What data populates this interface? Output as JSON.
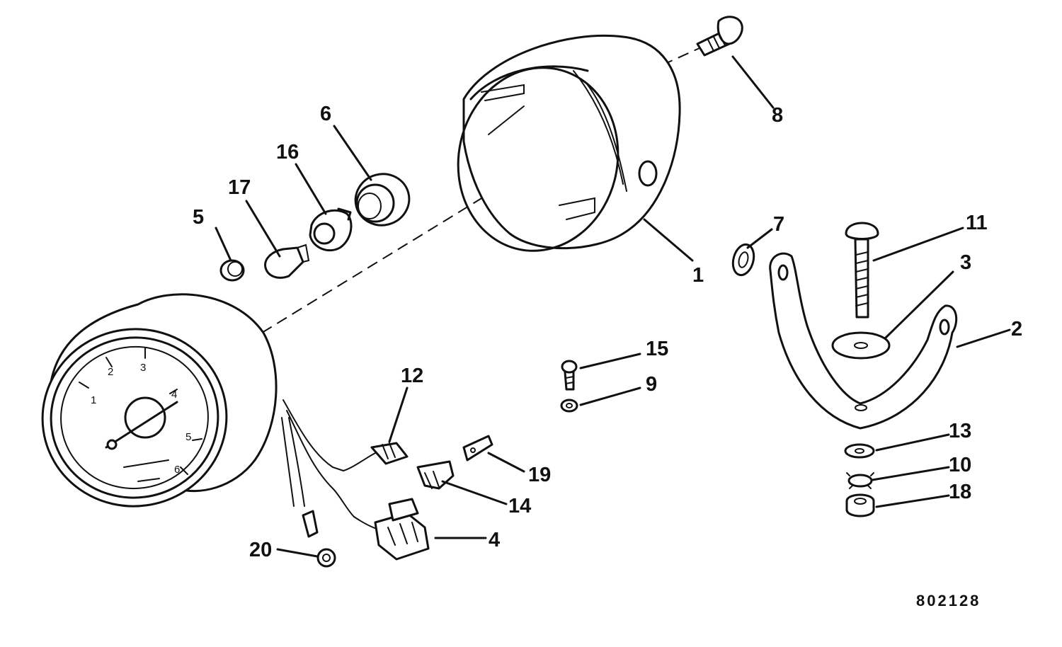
{
  "figure_number": "802128",
  "callouts": [
    "1",
    "2",
    "3",
    "4",
    "5",
    "6",
    "7",
    "8",
    "9",
    "10",
    "11",
    "12",
    "13",
    "14",
    "15",
    "16",
    "17",
    "18",
    "19",
    "20"
  ],
  "dial_numbers": [
    "1",
    "2",
    "3",
    "4",
    "5",
    "6"
  ],
  "colors": {
    "ink": "#111111",
    "paper": "#ffffff"
  }
}
